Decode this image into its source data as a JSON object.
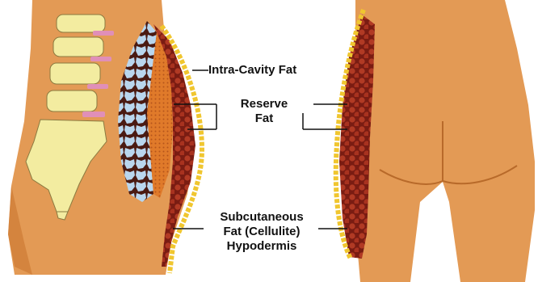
{
  "labels": {
    "intra_cavity": "Intra-Cavity Fat",
    "reserve_line1": "Reserve",
    "reserve_line2": "Fat",
    "subcutaneous_line1": "Subcutaneous",
    "subcutaneous_line2": "Fat (Cellulite)",
    "subcutaneous_line3": "Hypodermis"
  },
  "colors": {
    "skin": "#e39a55",
    "skin_shadow": "#c9772f",
    "bone": "#f3eca0",
    "disc": "#e08fb8",
    "fat_deep": "#7a1c12",
    "fat_cell": "#b13a24",
    "intra_cavity": "#b9d6ee",
    "reserve_orange": "#e07a2a",
    "hypodermis": "#f0c62f",
    "leader": "#111111"
  }
}
